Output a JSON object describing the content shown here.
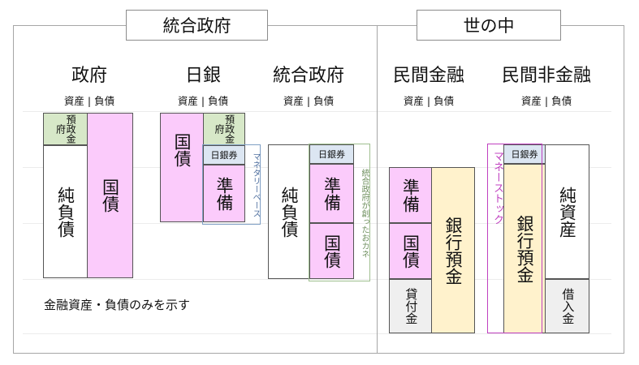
{
  "colors": {
    "frame": "#a6a6a6",
    "government_deposit": "#d7e8c8",
    "bonds_reserves": "#fbcbfb",
    "banknotes": "#dce6f2",
    "bank_deposit": "#fff2cc",
    "loans": "#efefef",
    "net": "#ffffff",
    "money_stock_outline": "#c040c0"
  },
  "sections": {
    "left_title": "統合政府",
    "right_title": "世の中"
  },
  "entities": {
    "government": {
      "name": "政府",
      "cols": "資産 | 負債",
      "deposit": "預政金府",
      "net_liability": "純負債",
      "bonds": "国債"
    },
    "boj": {
      "name": "日銀",
      "cols": "資産 | 負債",
      "bonds": "国債",
      "gov_deposit": "預政金府",
      "banknotes": "日銀券",
      "reserves": "準備",
      "monetary_base": "マネタリーベース"
    },
    "consolidated": {
      "name": "統合政府",
      "cols": "資産 | 負債",
      "net_liability": "純負債",
      "banknotes": "日銀券",
      "reserves": "準備",
      "bonds": "国債",
      "created_money": "統合政府が創ったおカネ"
    },
    "private_financial": {
      "name": "民間金融",
      "cols": "資産 | 負債",
      "reserves": "準備",
      "bonds": "国債",
      "loans": "貸付金",
      "deposits": "銀行預金"
    },
    "private_nonfinancial": {
      "name": "民間非金融",
      "cols": "資産 | 負債",
      "money_stock": "マネーストック",
      "banknotes": "日銀券",
      "deposits": "銀行預金",
      "net_assets": "純資産",
      "borrowings": "借入金"
    }
  },
  "note": "金融資産・負債のみを示す"
}
